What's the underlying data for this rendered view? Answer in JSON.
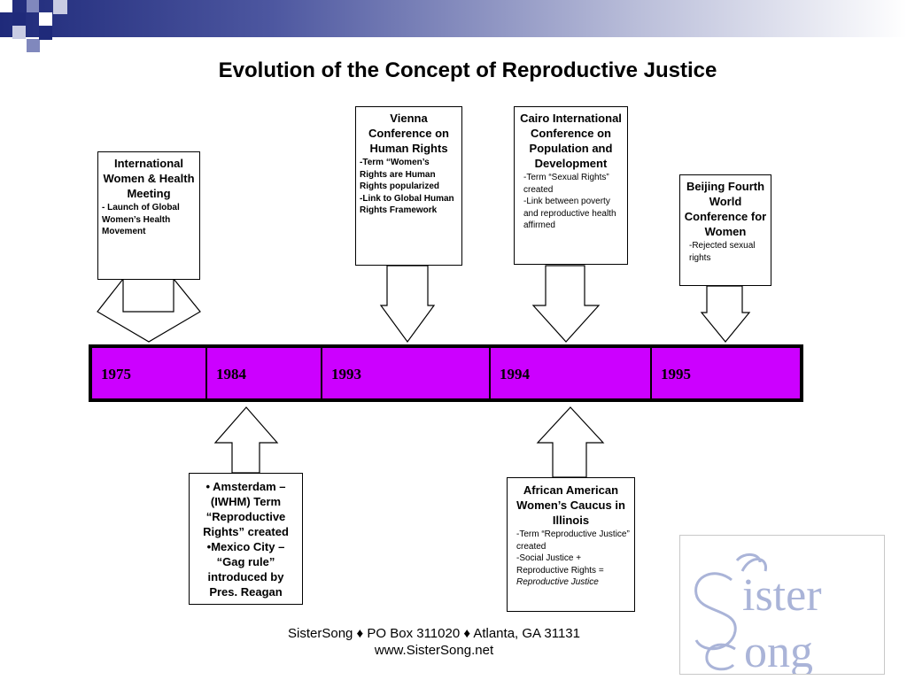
{
  "title": "Evolution of the Concept of Reproductive Justice",
  "boxes": {
    "iwhm": {
      "head": "International Women & Health Meeting",
      "detail": "- Launch of Global Women’s Health Movement"
    },
    "vienna": {
      "head": "Vienna Conference on Human Rights",
      "detail1": "-Term “Women’s Rights are Human Rights popularized",
      "detail2": "-Link to Global Human Rights Framework"
    },
    "cairo": {
      "head": "Cairo International Conference on Population and Development",
      "detail1": "-Term “Sexual Rights” created",
      "detail2": "-Link between poverty and reproductive health affirmed"
    },
    "beijing": {
      "head": "Beijing Fourth World Conference for Women",
      "detail": "-Rejected sexual rights"
    },
    "amsterdam": {
      "line1": "•  Amsterdam – (IWHM) Term “Reproductive Rights” created",
      "line2": "•Mexico City – “Gag rule” introduced by Pres. Reagan"
    },
    "caucus": {
      "head": "African American Women’s Caucus in Illinois",
      "detail1": "-Term “Reproductive Justice” created",
      "detail2": "-Social Justice + Reproductive Rights =",
      "detail3": "Reproductive Justice"
    }
  },
  "timeline": {
    "years": [
      "1975",
      "1984",
      "1993",
      "1994",
      "1995"
    ],
    "color": "#cc00ff"
  },
  "footer": {
    "line1": "SisterSong ♦ PO Box 311020 ♦ Atlanta, GA 31131",
    "line2": "www.SisterSong.net"
  },
  "logo": {
    "text": "SisterSong",
    "color": "#aab4d8"
  }
}
